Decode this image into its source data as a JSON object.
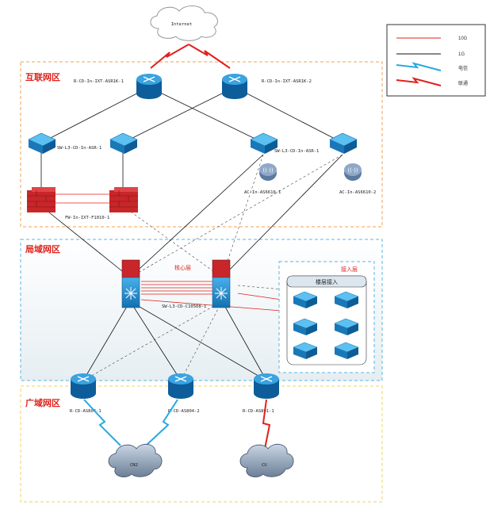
{
  "cloud_top": "Internet",
  "zones": {
    "internet_zone": "互联网区",
    "lan_zone": "局域网区",
    "wan_zone": "广域网区"
  },
  "legend": {
    "items": [
      {
        "label": "10G",
        "style": "red-line"
      },
      {
        "label": "1G",
        "style": "black-line"
      },
      {
        "label": "电信",
        "style": "blue-lightning"
      },
      {
        "label": "联通",
        "style": "red-lightning"
      }
    ]
  },
  "devices": {
    "router_internet_1": "R-CD-In-IXT-ASR1K-1",
    "router_internet_2": "R-CD-In-IXT-ASR1K-2",
    "switch_left_pair": "SW-L3-CD-In-ASR-1",
    "switch_right_pair": "SW-L3-CD-In-ASR-1",
    "ac_1": "AC-In-AS6610-1",
    "ac_2": "AC-In-AS6610-2",
    "firewall_pair": "FW-In-IXT-F1010-1",
    "core_label": "核心层",
    "core_switch": "SW-L3-CD-C10508-1",
    "access_title": "接入层",
    "access_group": "楼层接入",
    "wan_router_1": "R-CD-AS804-1",
    "wan_router_2": "R-CD-AS804-2",
    "wan_router_3": "R-CD-AS801-1",
    "cloud_wan_1": "CN2",
    "cloud_wan_2": "CU"
  },
  "colors": {
    "internet_zone_border": "#f0a050",
    "lan_zone_border": "#5ab4e6",
    "wan_zone_border": "#f0d060",
    "label_red": "#e0201b",
    "router_blue": "#1a7cc0",
    "switch_blue": "#2b8fd0",
    "firewall_red": "#c8262a"
  }
}
